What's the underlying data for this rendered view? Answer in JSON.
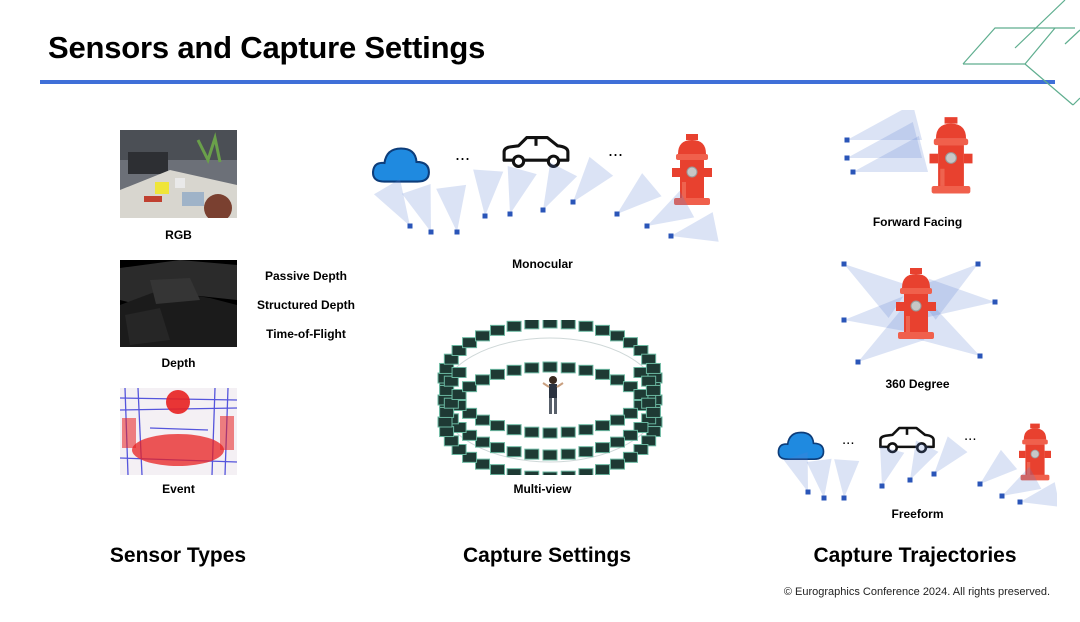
{
  "slide": {
    "title": "Sensors and Capture Settings",
    "accent_color": "#3f6fd8",
    "copyright": "© Eurographics Conference 2024. All rights preserved."
  },
  "sensor_types": {
    "heading": "Sensor Types",
    "rgb_label": "RGB",
    "depth_label": "Depth",
    "event_label": "Event",
    "depth_kinds": [
      "Passive Depth",
      "Structured Depth",
      "Time-of-Flight"
    ]
  },
  "capture_settings": {
    "heading": "Capture Settings",
    "monocular_label": "Monocular",
    "multiview_label": "Multi-view",
    "ellipsis": "..."
  },
  "capture_trajectories": {
    "heading": "Capture Trajectories",
    "forward_label": "Forward Facing",
    "degree360_label": "360 Degree",
    "freeform_label": "Freeform",
    "ellipsis": "..."
  },
  "icons": {
    "cloud": "cloud-icon",
    "car": "car-icon",
    "hydrant": "fire-hydrant-icon",
    "camera": "camera-frustum-icon"
  },
  "colors": {
    "cloud_fill": "#1f8ae0",
    "hydrant_red": "#e8412f",
    "frustum_blue": "#2a55b8",
    "corner_green": "#5fae8f"
  }
}
